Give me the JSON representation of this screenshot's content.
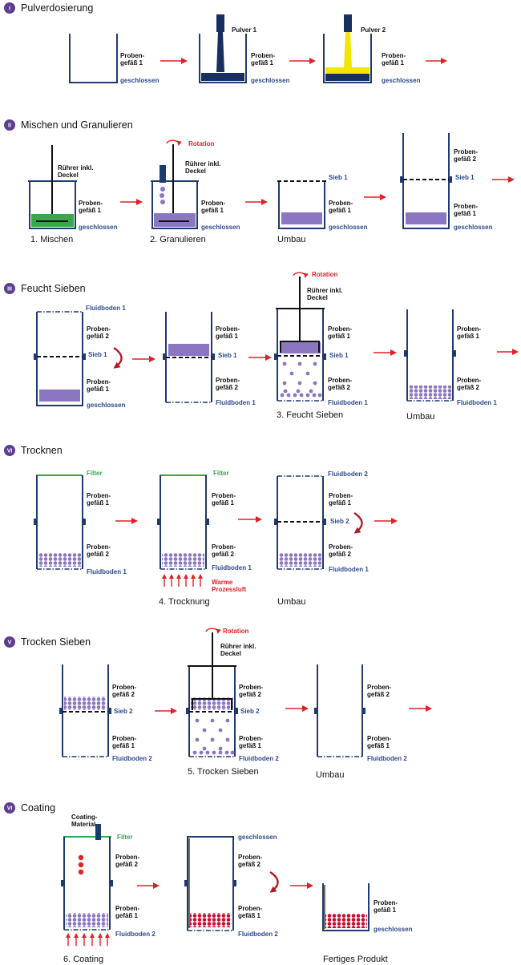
{
  "colors": {
    "vessel": "#1f3a6e",
    "label_blue": "#2e4a8a",
    "arrow_red": "#e21f26",
    "powder_dark": "#17305f",
    "powder_yellow": "#f2e600",
    "mix_green": "#3aa84a",
    "granule_purple": "#8b76c2",
    "coating_red": "#c8102e",
    "badge_purple": "#5b3f8f",
    "filter_green": "#2fa84f"
  },
  "sections": [
    {
      "badge": "I",
      "title": "Pulverdosierung"
    },
    {
      "badge": "II",
      "title": "Mischen und Granulieren"
    },
    {
      "badge": "III",
      "title": "Feucht Sieben"
    },
    {
      "badge": "VI",
      "title": "Trocknen"
    },
    {
      "badge": "V",
      "title": "Trocken Sieben"
    },
    {
      "badge": "VI",
      "title": "Coating"
    }
  ],
  "labels": {
    "proben_lines": [
      "Proben-",
      "gefäß 1"
    ],
    "proben2_lines": [
      "Proben-",
      "gefäß 2"
    ],
    "geschlossen": "geschlossen",
    "pulver1": "Pulver 1",
    "pulver2": "Pulver 2",
    "ruehrer_lines": [
      "Rührer inkl.",
      "Deckel"
    ],
    "rotation": "Rotation",
    "sieb1": "Sieb 1",
    "sieb2": "Sieb 2",
    "fluidboden1": "Fluidboden 1",
    "fluidboden2": "Fluidboden 2",
    "filter": "Filter",
    "warme_lines": [
      "Warme",
      "Prozessluft"
    ],
    "coating_material_lines": [
      "Coating-",
      "Material"
    ]
  },
  "captions": {
    "mischen": "1. Mischen",
    "granulieren": "2. Granulieren",
    "umbau": "Umbau",
    "feucht_sieben": "3. Feucht Sieben",
    "trocknung": "4. Trocknung",
    "trocken_sieben": "5. Trocken Sieben",
    "coating": "6. Coating",
    "fertig": "Fertiges Produkt"
  }
}
